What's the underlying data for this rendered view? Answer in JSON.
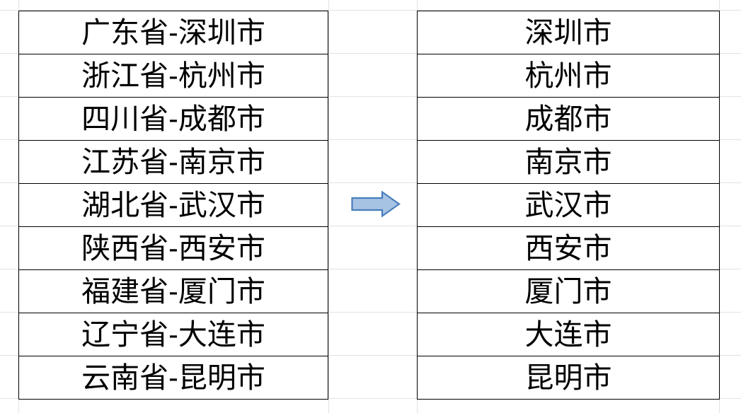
{
  "theme": {
    "page_background": "#FFFFFF",
    "table_border_color": "#000000",
    "gridline_color": "#E2E2E2",
    "text_color": "#000000",
    "arrow_fill": "#A7C3E4",
    "arrow_stroke": "#4A7EBB"
  },
  "source_table": {
    "name": "province-city-combined",
    "column_header": "",
    "rows": [
      {
        "value": "广东省-深圳市"
      },
      {
        "value": "浙江省-杭州市"
      },
      {
        "value": "四川省-成都市"
      },
      {
        "value": "江苏省-南京市"
      },
      {
        "value": "湖北省-武汉市"
      },
      {
        "value": "陕西省-西安市"
      },
      {
        "value": "福建省-厦门市"
      },
      {
        "value": "辽宁省-大连市"
      },
      {
        "value": "云南省-昆明市"
      }
    ]
  },
  "result_table": {
    "name": "city-only",
    "column_header": "",
    "rows": [
      {
        "value": "深圳市"
      },
      {
        "value": "杭州市"
      },
      {
        "value": "成都市"
      },
      {
        "value": "南京市"
      },
      {
        "value": "武汉市"
      },
      {
        "value": "西安市"
      },
      {
        "value": "厦门市"
      },
      {
        "value": "大连市"
      },
      {
        "value": "昆明市"
      }
    ]
  },
  "connector": {
    "icon": "right-arrow-icon",
    "direction": "right",
    "label": ""
  }
}
